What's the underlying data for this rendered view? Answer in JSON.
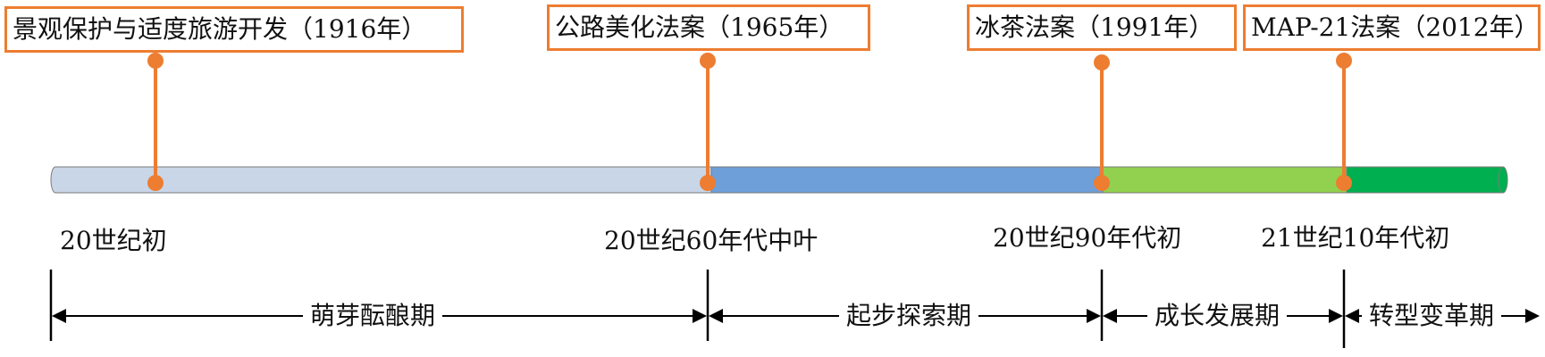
{
  "events": [
    {
      "label": "景观保护与适度旅游开发（1916年）"
    },
    {
      "label": "公路美化法案（1965年）"
    },
    {
      "label": "冰茶法案（1991年）"
    },
    {
      "label": "MAP-21法案（2012年）"
    }
  ],
  "eras": [
    {
      "label": "20世纪初"
    },
    {
      "label": "20世纪60年代中叶"
    },
    {
      "label": "20世纪90年代初"
    },
    {
      "label": "21世纪10年代初"
    }
  ],
  "phases": [
    {
      "label": "萌芽酝酿期",
      "color": "#C9D6E8"
    },
    {
      "label": "起步探索期",
      "color": "#6E9FD8"
    },
    {
      "label": "成长发展期",
      "color": "#92D050"
    },
    {
      "label": "转型变革期",
      "color": "#00B050"
    }
  ],
  "colors": {
    "accent": "#ED7D31",
    "bar_outline": "#7A7A7A",
    "line": "#000000"
  }
}
